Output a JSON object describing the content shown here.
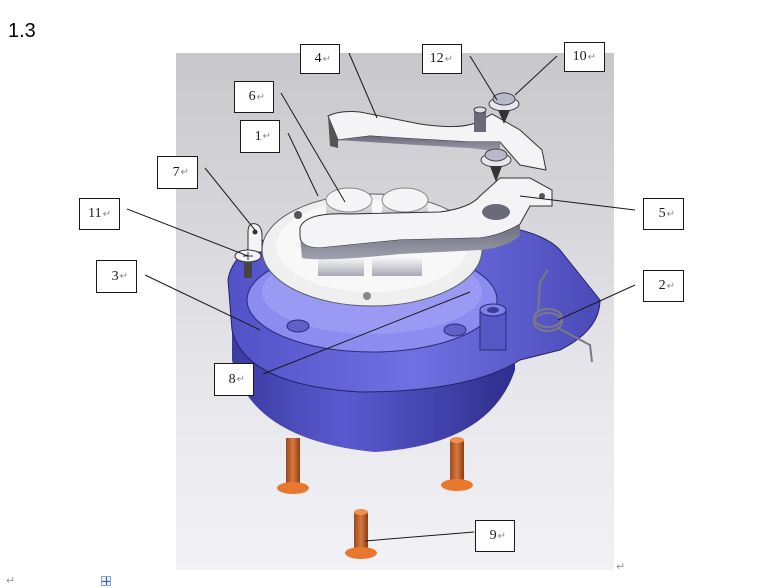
{
  "heading": "1.3",
  "paragraph_mark": "↵",
  "figure": {
    "description": "Exploded 3D assembly drawing with numbered part callouts",
    "colors": {
      "housing": "#6f6fe0",
      "housing_dark": "#3c3ca8",
      "lever": "#f4f4f6",
      "screws": "#e8782e",
      "background_top": "#c8c7cb",
      "background_bottom": "#f2f1f5"
    },
    "callouts": [
      {
        "id": "4",
        "label": "4"
      },
      {
        "id": "12",
        "label": "12"
      },
      {
        "id": "10",
        "label": "10"
      },
      {
        "id": "6",
        "label": "6"
      },
      {
        "id": "1",
        "label": "1"
      },
      {
        "id": "7",
        "label": "7"
      },
      {
        "id": "11",
        "label": "11"
      },
      {
        "id": "5",
        "label": "5"
      },
      {
        "id": "3",
        "label": "3"
      },
      {
        "id": "2",
        "label": "2"
      },
      {
        "id": "8",
        "label": "8"
      },
      {
        "id": "9",
        "label": "9"
      }
    ]
  }
}
